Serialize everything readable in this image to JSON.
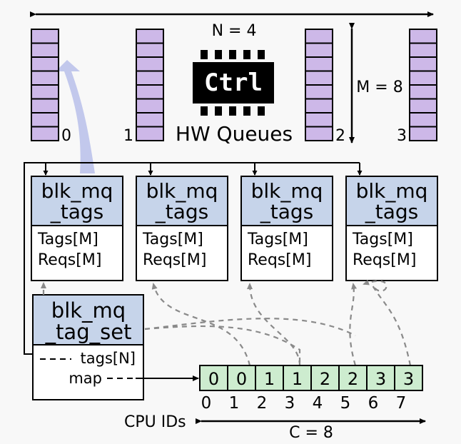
{
  "labels": {
    "n_queues": "N = 4",
    "m_depth": "M = 8",
    "hw_queues": "HW Queues",
    "ctrl": "Ctrl",
    "cpu_ids": "CPU IDs",
    "c_count": "C = 8"
  },
  "queues": [
    {
      "index": "0"
    },
    {
      "index": "1"
    },
    {
      "index": "2"
    },
    {
      "index": "3"
    }
  ],
  "tags_boxes": [
    {
      "header_line1": "blk_mq",
      "header_line2": "_tags",
      "field1": "Tags[M]",
      "field2": "Reqs[M]"
    },
    {
      "header_line1": "blk_mq",
      "header_line2": "_tags",
      "field1": "Tags[M]",
      "field2": "Reqs[M]"
    },
    {
      "header_line1": "blk_mq",
      "header_line2": "_tags",
      "field1": "Tags[M]",
      "field2": "Reqs[M]"
    },
    {
      "header_line1": "blk_mq",
      "header_line2": "_tags",
      "field1": "Tags[M]",
      "field2": "Reqs[M]"
    }
  ],
  "tag_set": {
    "header_line1": "blk_mq",
    "header_line2": "_tag_set",
    "field_tags": "tags[N]",
    "field_map": "map"
  },
  "cpu_map": {
    "values": [
      "0",
      "0",
      "1",
      "1",
      "2",
      "2",
      "3",
      "3"
    ],
    "cpu_ids": [
      "0",
      "1",
      "2",
      "3",
      "4",
      "5",
      "6",
      "7"
    ]
  },
  "colors": {
    "queue_fill": "#cdb8e8",
    "header_fill": "#c6d4ea",
    "map_fill": "#cdeccf",
    "highlight_arrow": "#b8c0ea",
    "dashed": "#8a8a8a"
  }
}
